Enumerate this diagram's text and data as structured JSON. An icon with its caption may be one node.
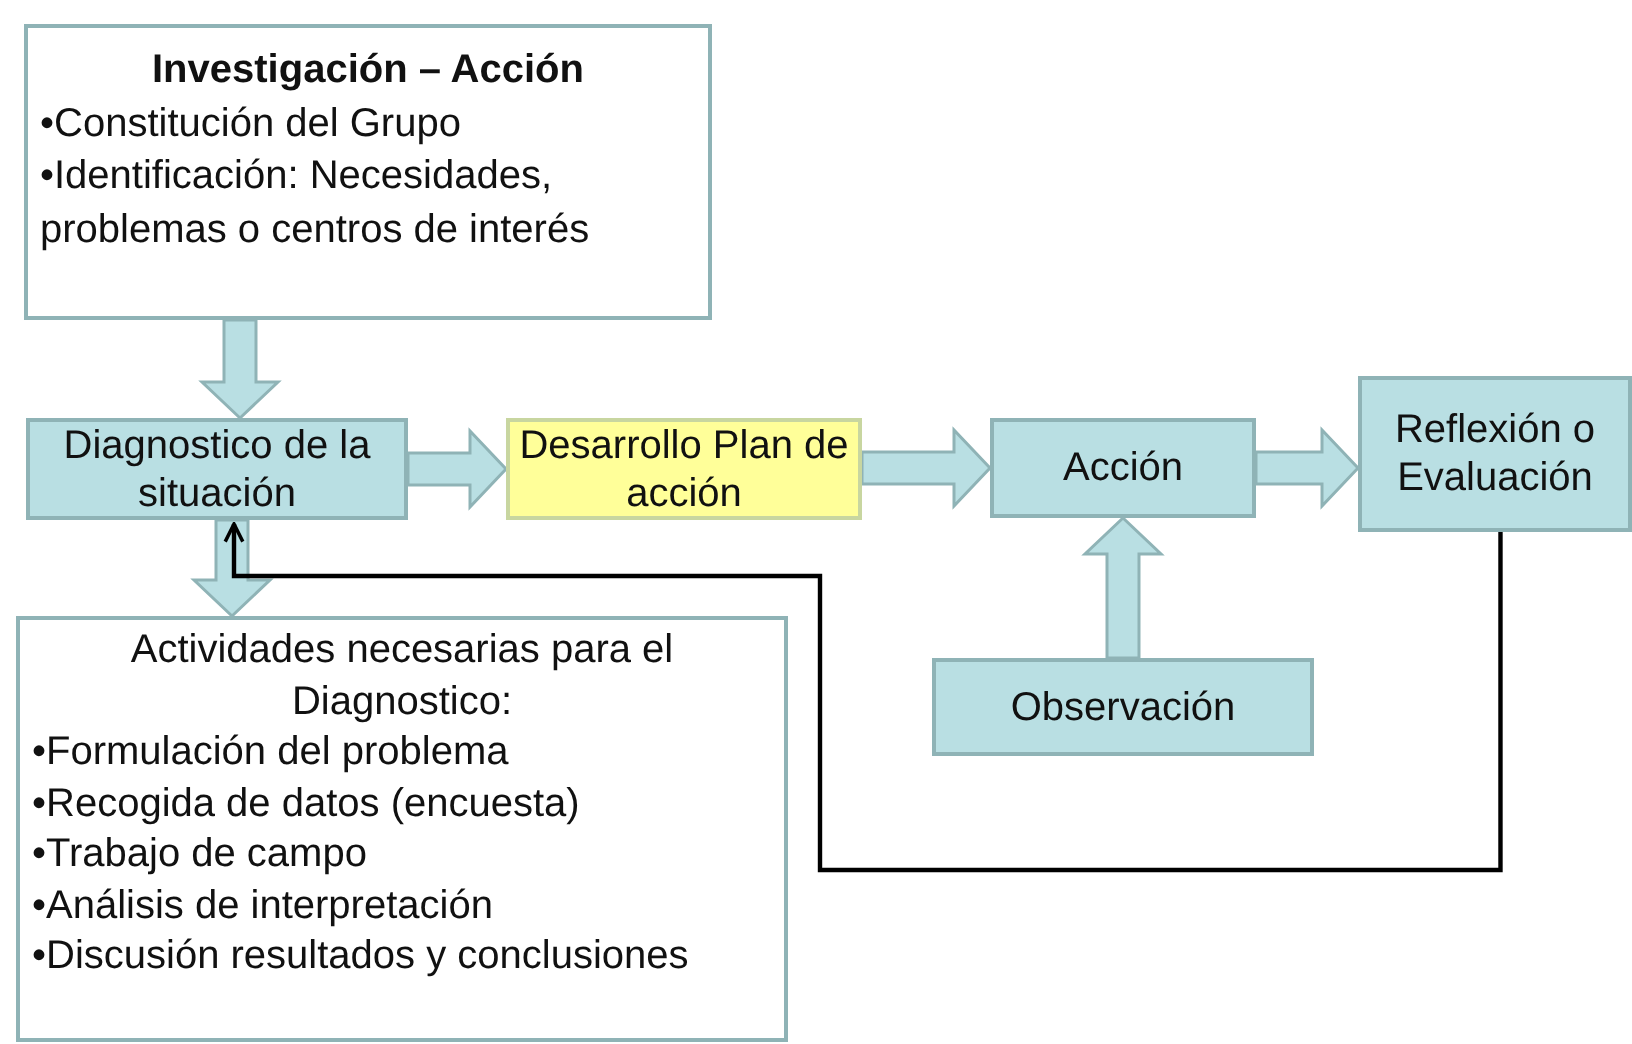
{
  "diagram": {
    "nodes": [
      {
        "text": [
          "Investigación – Acción",
          "•Constitución del Grupo",
          "•Identificación: Necesidades, problemas o centros de interés"
        ]
      },
      {
        "text": [
          "Diagnostico de la situación"
        ]
      },
      {
        "text": [
          "Desarrollo Plan de acción"
        ]
      },
      {
        "text": [
          "Acción"
        ]
      },
      {
        "text": [
          "Reflexión o Evaluación"
        ]
      },
      {
        "text": [
          "Observación"
        ]
      },
      {
        "text": [
          "Actividades necesarias para el Diagnostico:",
          "•Formulación del problema",
          "•Recogida de datos (encuesta)",
          "•Trabajo de campo",
          "•Análisis de interpretación",
          "•Discusión resultados y conclusiones"
        ]
      }
    ],
    "edges": [
      {
        "from": 0,
        "to": 1,
        "arrow": "to"
      },
      {
        "from": 1,
        "to": 2,
        "arrow": "to"
      },
      {
        "from": 2,
        "to": 3,
        "arrow": "to"
      },
      {
        "from": 3,
        "to": 4,
        "arrow": "to"
      },
      {
        "from": 5,
        "to": 3,
        "arrow": "to"
      },
      {
        "from": 1,
        "to": 6,
        "arrow": "to"
      },
      {
        "from": 4,
        "to": 1,
        "arrow": "to",
        "color": "#000000"
      }
    ]
  }
}
